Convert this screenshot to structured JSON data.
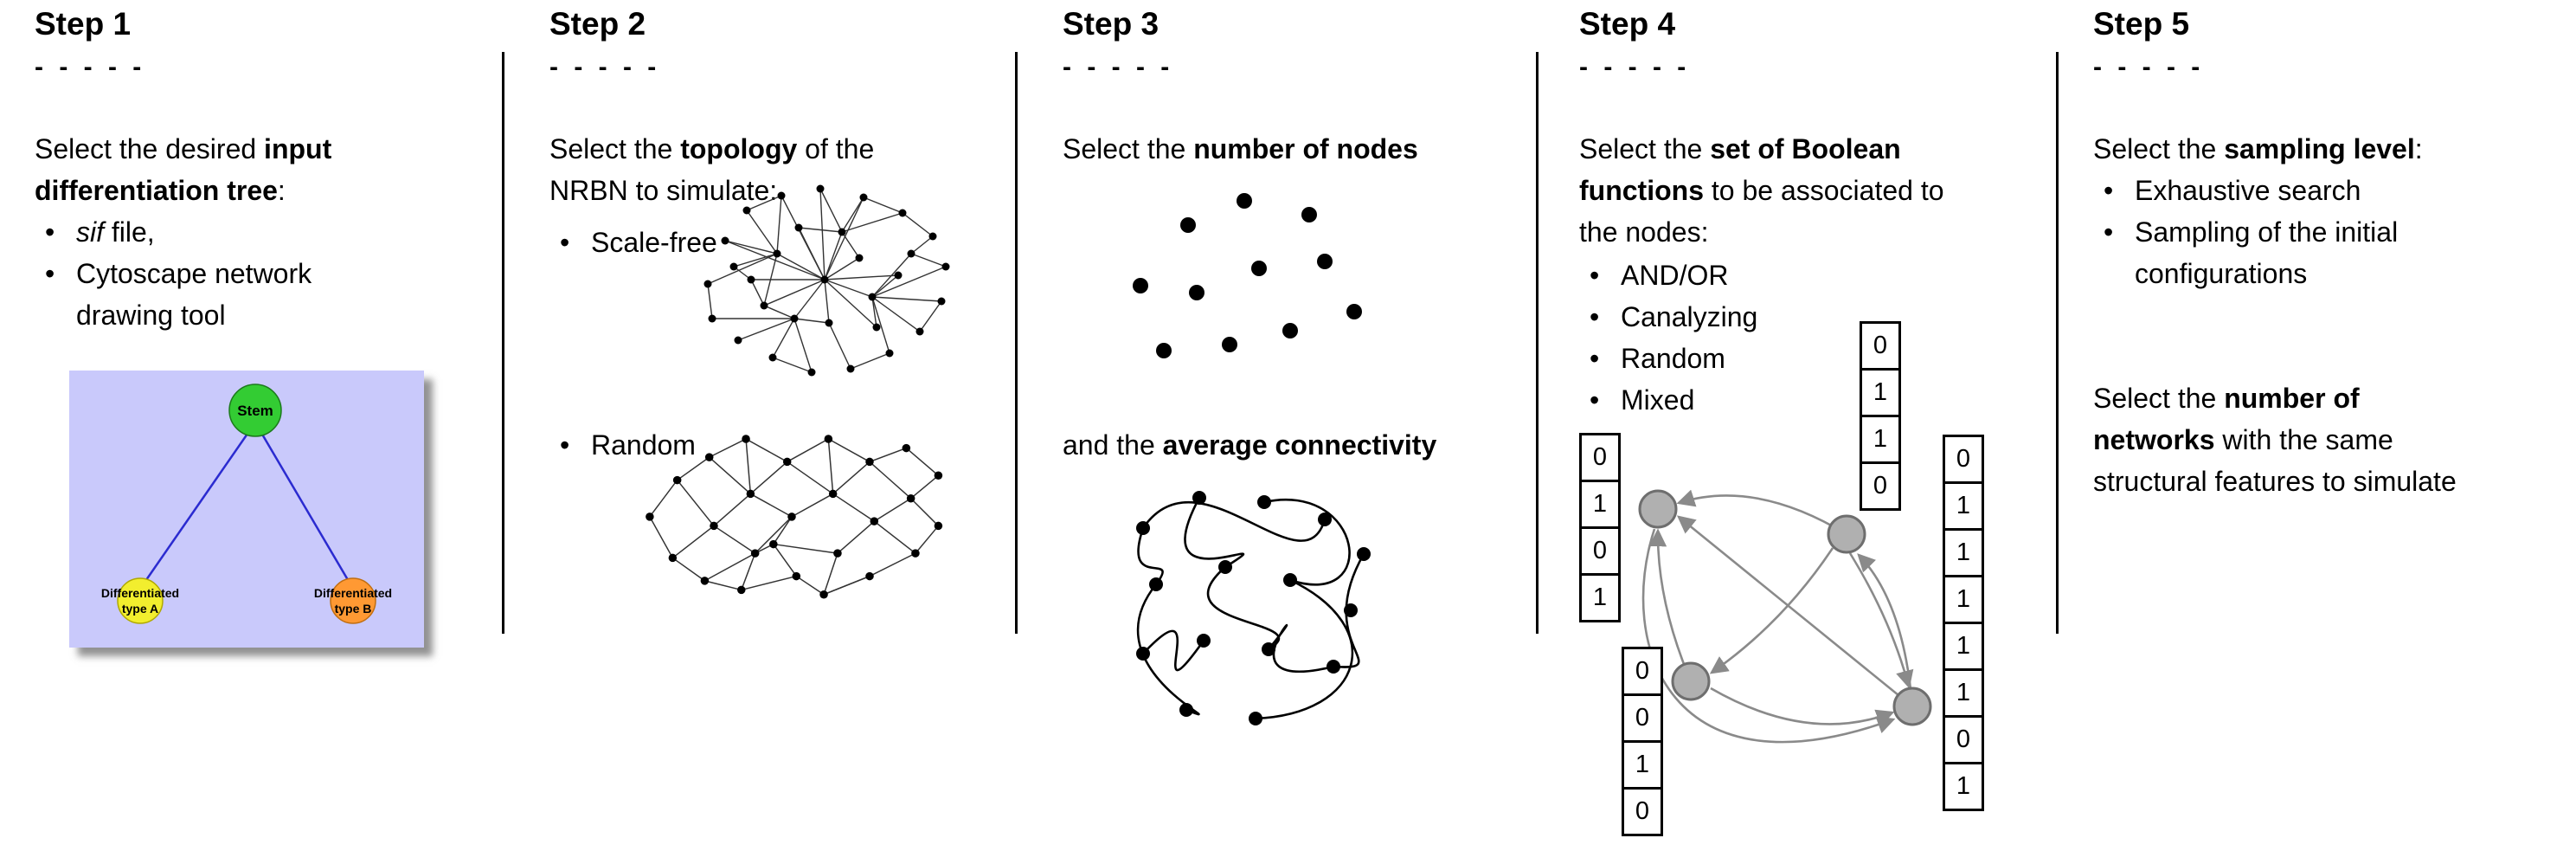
{
  "dashes": "- - - - -",
  "step1": {
    "title": "Step 1",
    "intro": {
      "pre": "Select the desired ",
      "bold": "input differentiation tree",
      "post": ":"
    },
    "bullets": {
      "b1_italic": "sif",
      "b1_rest": " file,",
      "b2": "Cytoscape network drawing tool"
    },
    "tree": {
      "stem": "Stem",
      "type_a_line1": "Differentiated",
      "type_a_line2": "type A",
      "type_b_line1": "Differentiated",
      "type_b_line2": "type B",
      "colors": {
        "panel": "#c9c9fb",
        "stem": "#33cc33",
        "stem_border": "#1c7a1c",
        "type_a": "#f2ee2e",
        "type_a_border": "#b0a900",
        "type_b": "#ff9933",
        "type_b_border": "#c06e10",
        "edge": "#2b2bd0"
      }
    }
  },
  "step2": {
    "title": "Step 2",
    "intro": {
      "pre": "Select the ",
      "bold": "topology",
      "post": " of the NRBN to simulate:"
    },
    "bullets": {
      "b1": "Scale-free",
      "b2": "Random"
    }
  },
  "step3": {
    "title": "Step 3",
    "line1": {
      "pre": "Select the ",
      "bold": "number of nodes"
    },
    "line2": {
      "pre": "and the ",
      "bold": "average connectivity"
    }
  },
  "step4": {
    "title": "Step 4",
    "intro": {
      "pre": "Select the ",
      "bold": "set of Boolean functions",
      "post": " to be associated to the nodes:"
    },
    "bullets": [
      "AND/OR",
      "Canalyzing",
      "Random",
      "Mixed"
    ],
    "tables": {
      "left": [
        "0",
        "1",
        "0",
        "1"
      ],
      "top": [
        "0",
        "1",
        "1",
        "0"
      ],
      "bottom_left": [
        "0",
        "0",
        "1",
        "0"
      ],
      "right": [
        "0",
        "1",
        "1",
        "1",
        "1",
        "1",
        "0",
        "1"
      ]
    }
  },
  "step5": {
    "title": "Step 5",
    "intro": {
      "pre": "Select the ",
      "bold": "sampling level",
      "post": ":"
    },
    "bullets": [
      "Exhaustive search",
      "Sampling of the initial configurations"
    ],
    "para2": {
      "line1_pre": "Select the ",
      "line1_bold": "number of",
      "line2_bold": "networks",
      "line2_post": " with the same",
      "line3": "structural features to simulate"
    }
  }
}
